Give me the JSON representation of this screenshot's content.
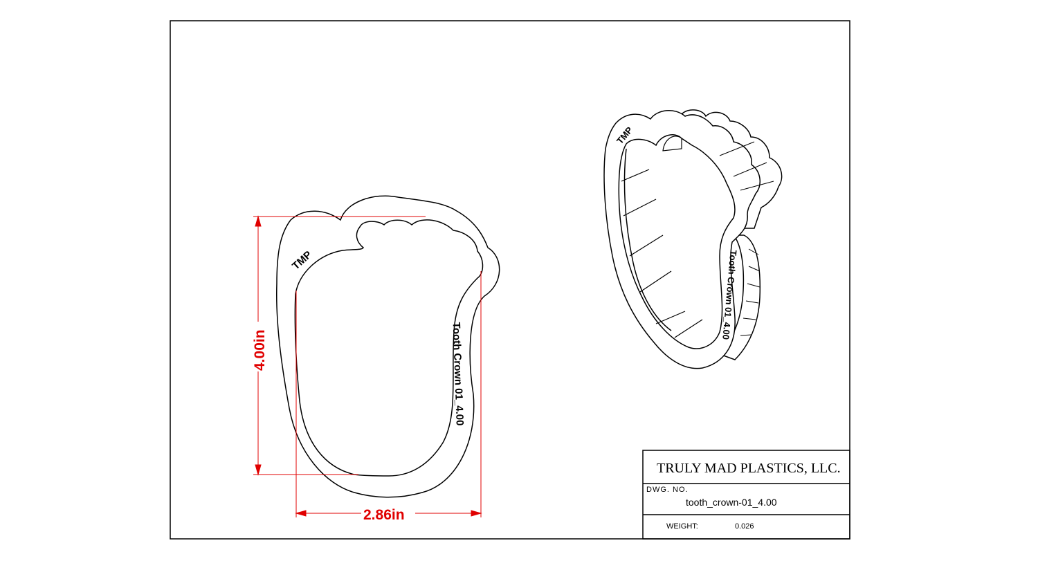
{
  "front_view": {
    "engraving_top": "TMP",
    "engraving_side": "Tooth Crown 01_4.00",
    "height_dimension": "4.00in",
    "width_dimension": "2.86in"
  },
  "iso_view": {
    "engraving_top": "TMP",
    "engraving_side": "Tooth Crown 01_4.00"
  },
  "title_block": {
    "company": "TRULY MAD PLASTICS, LLC.",
    "dwg_no_label": "DWG.  NO.",
    "dwg_no_value": "tooth_crown-01_4.00",
    "weight_label": "WEIGHT:",
    "weight_value": "0.026"
  },
  "colors": {
    "dimension": "#e00000",
    "line": "#000000"
  }
}
